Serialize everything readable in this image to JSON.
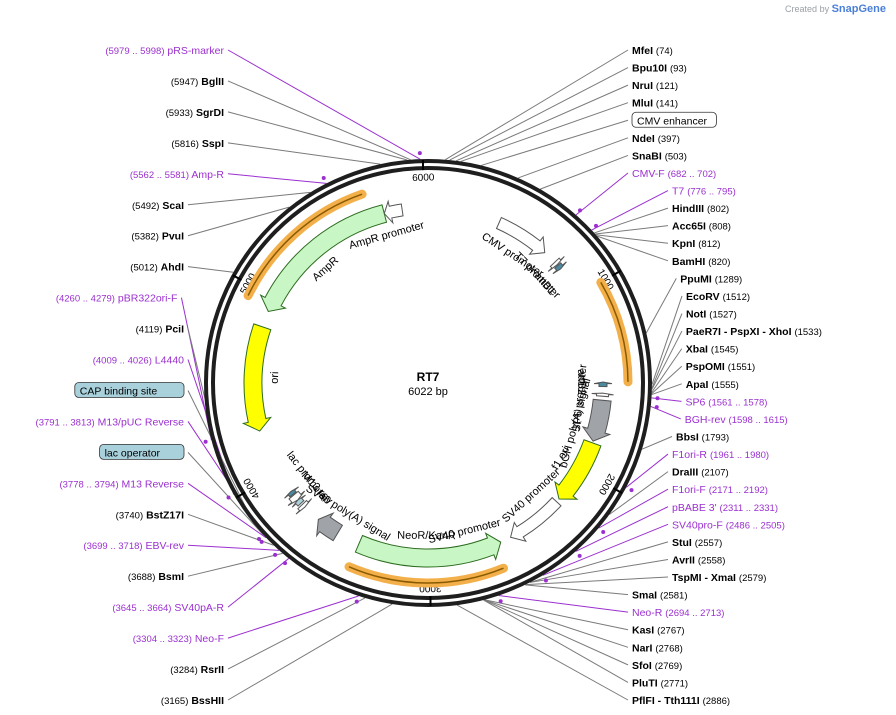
{
  "brand": {
    "prefix": "Created by",
    "name": "SnapGene"
  },
  "plasmid": {
    "name": "RT7",
    "length": "6022 bp",
    "total_bp": 6022
  },
  "colors": {
    "enzyme": "#000000",
    "primer": "#9b30d0",
    "backbone": "#1e1e1e",
    "ori": "#ffff00",
    "resistance": "#c8f7c5",
    "promoter": "#ffffff",
    "misc": "#a0a4a8",
    "hl": "#f3b04a",
    "lacop": "#a9d1dc"
  },
  "ticks": [
    {
      "label": "1000",
      "bp": 1000
    },
    {
      "label": "2000",
      "bp": 2000
    },
    {
      "label": "3000",
      "bp": 3000
    },
    {
      "label": "4000",
      "bp": 4000
    },
    {
      "label": "5000",
      "bp": 5000
    },
    {
      "label": "6000",
      "bp": 6000
    }
  ],
  "features": [
    {
      "label": "CMV promoter",
      "type": "promoter",
      "start": 400,
      "end": 700,
      "dir": 1
    },
    {
      "label": "T7 promoter",
      "type": "promoter",
      "start": 776,
      "end": 795,
      "dir": 1
    },
    {
      "label": "attB1",
      "type": "misc_teal",
      "start": 800,
      "end": 825,
      "dir": 1
    },
    {
      "label": "attB2",
      "type": "misc_teal",
      "start": 1500,
      "end": 1525,
      "dir": -1
    },
    {
      "label": "SP6 promoter",
      "type": "promoter",
      "start": 1561,
      "end": 1578,
      "dir": -1
    },
    {
      "label": "bGH poly(A) signal",
      "type": "misc_gray",
      "start": 1600,
      "end": 1830,
      "dir": 1
    },
    {
      "label": "f1 ori",
      "type": "ori",
      "start": 1840,
      "end": 2200,
      "dir": 1
    },
    {
      "label": "SV40 promoter",
      "type": "promoter",
      "start": 2220,
      "end": 2540,
      "dir": 1
    },
    {
      "label": "NeoR/KanR",
      "type": "resistance",
      "start": 2600,
      "end": 3400,
      "dir": -1
    },
    {
      "label": "SV40 poly(A) signal",
      "type": "misc_gray",
      "start": 3530,
      "end": 3660,
      "dir": 1
    },
    {
      "label": "M13 rev",
      "type": "promoter",
      "start": 3760,
      "end": 3780,
      "dir": -1
    },
    {
      "label": "lac operator",
      "type": "lacop",
      "start": 3790,
      "end": 3815,
      "dir": 1
    },
    {
      "label": "lac promoter",
      "type": "promoter",
      "start": 3815,
      "end": 3850,
      "dir": -1
    },
    {
      "label": "CAP binding site",
      "type": "misc_teal",
      "start": 3855,
      "end": 3875,
      "dir": 1
    },
    {
      "label": "ori",
      "type": "ori",
      "start": 4250,
      "end": 4830,
      "dir": -1
    },
    {
      "label": "AmpR",
      "type": "resistance",
      "start": 4920,
      "end": 5780,
      "dir": -1
    },
    {
      "label": "AmpR promoter",
      "type": "promoter",
      "start": 5780,
      "end": 5880,
      "dir": -1
    }
  ],
  "inner_labels": [
    {
      "text": "CMV promoter",
      "bp": 560
    },
    {
      "text": "T7 promoter",
      "bp": 760
    },
    {
      "text": "attB1",
      "bp": 830
    },
    {
      "text": "attB2",
      "bp": 1500
    },
    {
      "text": "SP6 promoter",
      "bp": 1600
    },
    {
      "text": "bGH poly(A) signal",
      "bp": 1760
    },
    {
      "text": "f1 ori",
      "bp": 2000
    },
    {
      "text": "SV40 promoter",
      "bp": 2300
    },
    {
      "text": "SV40 promoter",
      "bp": 2780
    },
    {
      "text": "NeoR/KanR",
      "bp": 3020
    },
    {
      "text": "SV40 poly(A) signal",
      "bp": 3540
    },
    {
      "text": "M13 rev",
      "bp": 3790
    },
    {
      "text": "lac promoter",
      "bp": 3880
    },
    {
      "text": "ori",
      "bp": 4550
    },
    {
      "text": "AmpR",
      "bp": 5320
    },
    {
      "text": "AmpR promoter",
      "bp": 5760
    }
  ],
  "highlights": [
    {
      "start": 1000,
      "end": 1500
    },
    {
      "start": 2640,
      "end": 3400
    },
    {
      "start": 4950,
      "end": 5700
    }
  ],
  "sites": [
    {
      "kind": "enzyme",
      "name": "MfeI",
      "pos": "(74)",
      "bp": 74
    },
    {
      "kind": "enzyme",
      "name": "Bpu10I",
      "pos": "(93)",
      "bp": 93
    },
    {
      "kind": "enzyme",
      "name": "NruI",
      "pos": "(121)",
      "bp": 121
    },
    {
      "kind": "enzyme",
      "name": "MluI",
      "pos": "(141)",
      "bp": 141
    },
    {
      "kind": "boxed",
      "name": "CMV enhancer",
      "pos": "",
      "bp": 230
    },
    {
      "kind": "enzyme",
      "name": "NdeI",
      "pos": "(397)",
      "bp": 397
    },
    {
      "kind": "enzyme",
      "name": "SnaBI",
      "pos": "(503)",
      "bp": 503
    },
    {
      "kind": "primer",
      "name": "CMV-F",
      "pos": "(682 .. 702)",
      "bp": 692
    },
    {
      "kind": "primer",
      "name": "T7",
      "pos": "(776 .. 795)",
      "bp": 785
    },
    {
      "kind": "enzyme",
      "name": "HindIII",
      "pos": "(802)",
      "bp": 802
    },
    {
      "kind": "enzyme",
      "name": "Acc65I",
      "pos": "(808)",
      "bp": 808
    },
    {
      "kind": "enzyme",
      "name": "KpnI",
      "pos": "(812)",
      "bp": 812
    },
    {
      "kind": "enzyme",
      "name": "BamHI",
      "pos": "(820)",
      "bp": 820
    },
    {
      "kind": "enzyme",
      "name": "PpuMI",
      "pos": "(1289)",
      "bp": 1289
    },
    {
      "kind": "enzyme",
      "name": "EcoRV",
      "pos": "(1512)",
      "bp": 1512
    },
    {
      "kind": "enzyme",
      "name": "NotI",
      "pos": "(1527)",
      "bp": 1527
    },
    {
      "kind": "enzyme",
      "name": "PaeR7I  - PspXI  - XhoI",
      "pos": "(1533)",
      "bp": 1533
    },
    {
      "kind": "enzyme",
      "name": "XbaI",
      "pos": "(1545)",
      "bp": 1545
    },
    {
      "kind": "enzyme",
      "name": "PspOMI",
      "pos": "(1551)",
      "bp": 1551
    },
    {
      "kind": "enzyme",
      "name": "ApaI",
      "pos": "(1555)",
      "bp": 1555
    },
    {
      "kind": "primer",
      "name": "SP6",
      "pos": "(1561 .. 1578)",
      "bp": 1569
    },
    {
      "kind": "primer",
      "name": "BGH-rev",
      "pos": "(1598 .. 1615)",
      "bp": 1606
    },
    {
      "kind": "enzyme",
      "name": "BbsI",
      "pos": "(1793)",
      "bp": 1793
    },
    {
      "kind": "primer",
      "name": "F1ori-R",
      "pos": "(1961 .. 1980)",
      "bp": 1970
    },
    {
      "kind": "enzyme",
      "name": "DraIII",
      "pos": "(2107)",
      "bp": 2107
    },
    {
      "kind": "primer",
      "name": "F1ori-F",
      "pos": "(2171 .. 2192)",
      "bp": 2181
    },
    {
      "kind": "primer",
      "name": "pBABE 3'",
      "pos": "(2311 .. 2331)",
      "bp": 2321
    },
    {
      "kind": "primer",
      "name": "SV40pro-F",
      "pos": "(2486 .. 2505)",
      "bp": 2495
    },
    {
      "kind": "enzyme",
      "name": "StuI",
      "pos": "(2557)",
      "bp": 2557
    },
    {
      "kind": "enzyme",
      "name": "AvrII",
      "pos": "(2558)",
      "bp": 2558
    },
    {
      "kind": "enzyme",
      "name": "TspMI  - XmaI",
      "pos": "(2579)",
      "bp": 2579
    },
    {
      "kind": "enzyme",
      "name": "SmaI",
      "pos": "(2581)",
      "bp": 2581
    },
    {
      "kind": "primer",
      "name": "Neo-R",
      "pos": "(2694 .. 2713)",
      "bp": 2703
    },
    {
      "kind": "enzyme",
      "name": "KasI",
      "pos": "(2767)",
      "bp": 2767
    },
    {
      "kind": "enzyme",
      "name": "NarI",
      "pos": "(2768)",
      "bp": 2768
    },
    {
      "kind": "enzyme",
      "name": "SfoI",
      "pos": "(2769)",
      "bp": 2769
    },
    {
      "kind": "enzyme",
      "name": "PluTI",
      "pos": "(2771)",
      "bp": 2771
    },
    {
      "kind": "enzyme",
      "name": "PflFI  - Tth111I",
      "pos": "(2886)",
      "bp": 2886
    },
    {
      "kind": "enzyme",
      "name": "BssHII",
      "pos": "(3165)",
      "bp": 3165
    },
    {
      "kind": "enzyme",
      "name": "RsrII",
      "pos": "(3284)",
      "bp": 3284
    },
    {
      "kind": "primer",
      "name": "Neo-F",
      "pos": "(3304 .. 3323)",
      "bp": 3313
    },
    {
      "kind": "primer",
      "name": "SV40pA-R",
      "pos": "(3645 .. 3664)",
      "bp": 3654
    },
    {
      "kind": "enzyme",
      "name": "BsmI",
      "pos": "(3688)",
      "bp": 3688
    },
    {
      "kind": "primer",
      "name": "EBV-rev",
      "pos": "(3699 .. 3718)",
      "bp": 3708
    },
    {
      "kind": "enzyme",
      "name": "BstZ17I",
      "pos": "(3740)",
      "bp": 3740
    },
    {
      "kind": "primer",
      "name": "M13 Reverse",
      "pos": "(3778 .. 3794)",
      "bp": 3786
    },
    {
      "kind": "boxed_teal",
      "name": "lac operator",
      "pos": "",
      "bp": 3800
    },
    {
      "kind": "primer",
      "name": "M13/pUC Reverse",
      "pos": "(3791 .. 3813)",
      "bp": 3802
    },
    {
      "kind": "boxed_teal",
      "name": "CAP binding site",
      "pos": "",
      "bp": 3865
    },
    {
      "kind": "primer",
      "name": "L4440",
      "pos": "(4009 .. 4026)",
      "bp": 4017
    },
    {
      "kind": "enzyme",
      "name": "PciI",
      "pos": "(4119)",
      "bp": 4119
    },
    {
      "kind": "primer",
      "name": "pBR322ori-F",
      "pos": "(4260 .. 4279)",
      "bp": 4269
    },
    {
      "kind": "enzyme",
      "name": "AhdI",
      "pos": "(5012)",
      "bp": 5012
    },
    {
      "kind": "enzyme",
      "name": "PvuI",
      "pos": "(5382)",
      "bp": 5382
    },
    {
      "kind": "enzyme",
      "name": "ScaI",
      "pos": "(5492)",
      "bp": 5492
    },
    {
      "kind": "primer",
      "name": "Amp-R",
      "pos": "(5562 .. 5581)",
      "bp": 5571
    },
    {
      "kind": "enzyme",
      "name": "SspI",
      "pos": "(5816)",
      "bp": 5816
    },
    {
      "kind": "enzyme",
      "name": "SgrDI",
      "pos": "(5933)",
      "bp": 5933
    },
    {
      "kind": "enzyme",
      "name": "BglII",
      "pos": "(5947)",
      "bp": 5947
    },
    {
      "kind": "primer",
      "name": "pRS-marker",
      "pos": "(5979 .. 5998)",
      "bp": 5988
    }
  ]
}
